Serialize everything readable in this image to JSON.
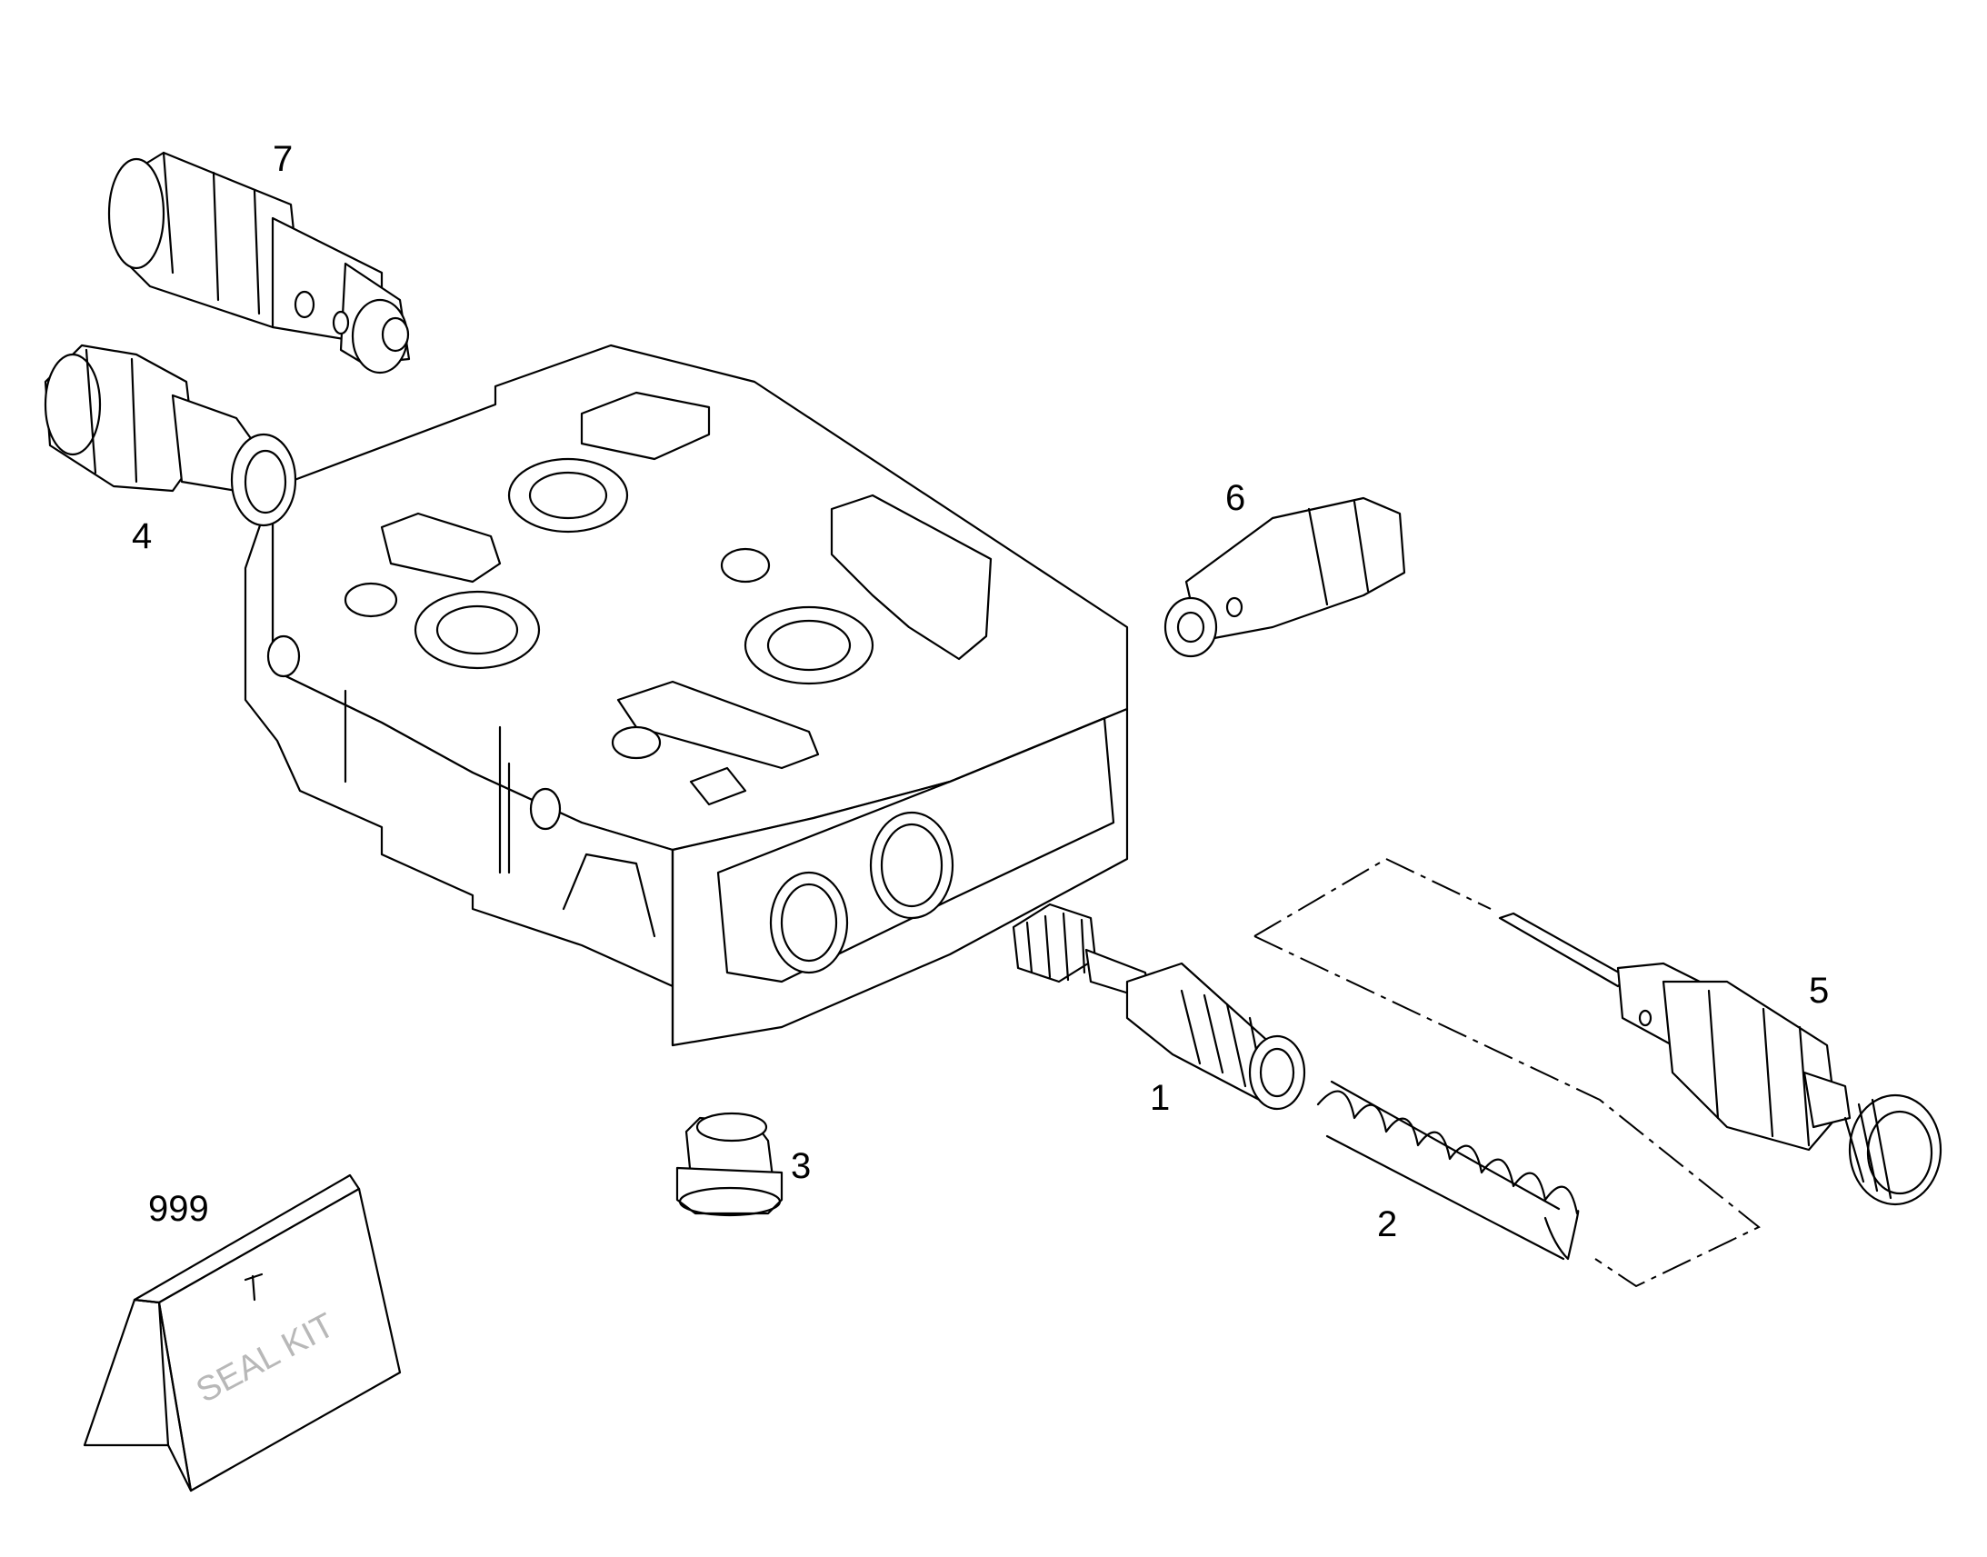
{
  "callouts": {
    "part_1": "1",
    "part_2": "2",
    "part_3": "3",
    "part_4": "4",
    "part_5": "5",
    "part_6": "6",
    "part_7": "7",
    "part_999": "999"
  },
  "seal_kit_label": "SEAL KIT",
  "colors": {
    "line": "#000000",
    "background": "#ffffff",
    "kit_text": "#b8b8b8"
  }
}
